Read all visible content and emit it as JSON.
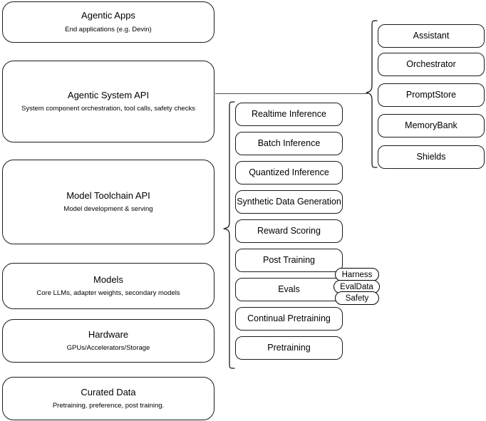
{
  "diagram": {
    "title": "LLM stack layers diagram",
    "stroke_color": "#1a1a1a",
    "background_color": "#ffffff",
    "connector_color": "#4d4d4d"
  },
  "layers": [
    {
      "id": "agentic-apps",
      "title": "Agentic Apps",
      "subtitle": "End applications (e.g. Devin)"
    },
    {
      "id": "agentic-system-api",
      "title": "Agentic System API",
      "subtitle": "System component orchestration, tool calls, safety checks"
    },
    {
      "id": "model-toolchain-api",
      "title": "Model Toolchain API",
      "subtitle": "Model development & serving"
    },
    {
      "id": "models",
      "title": "Models",
      "subtitle": "Core LLMs, adapter weights, secondary models"
    },
    {
      "id": "hardware",
      "title": "Hardware",
      "subtitle": "GPUs/Accelerators/Storage"
    },
    {
      "id": "curated-data",
      "title": "Curated Data",
      "subtitle": "Pretraining, preference, post training."
    }
  ],
  "toolchain_capabilities": [
    {
      "id": "realtime-inference",
      "label": "Realtime Inference"
    },
    {
      "id": "batch-inference",
      "label": "Batch Inference"
    },
    {
      "id": "quantized-inference",
      "label": "Quantized Inference"
    },
    {
      "id": "synthetic-data-generation",
      "label": "Synthetic Data Generation"
    },
    {
      "id": "reward-scoring",
      "label": "Reward Scoring"
    },
    {
      "id": "post-training",
      "label": "Post Training"
    },
    {
      "id": "evals",
      "label": "Evals"
    },
    {
      "id": "continual-pretraining",
      "label": "Continual Pretraining"
    },
    {
      "id": "pretraining",
      "label": "Pretraining"
    }
  ],
  "eval_tags": [
    {
      "id": "harness",
      "label": "Harness"
    },
    {
      "id": "evaldata",
      "label": "EvalData"
    },
    {
      "id": "safety",
      "label": "Safety"
    }
  ],
  "system_components": [
    {
      "id": "assistant",
      "label": "Assistant"
    },
    {
      "id": "orchestrator",
      "label": "Orchestrator"
    },
    {
      "id": "promptstore",
      "label": "PromptStore"
    },
    {
      "id": "memorybank",
      "label": "MemoryBank"
    },
    {
      "id": "shields",
      "label": "Shields"
    }
  ]
}
